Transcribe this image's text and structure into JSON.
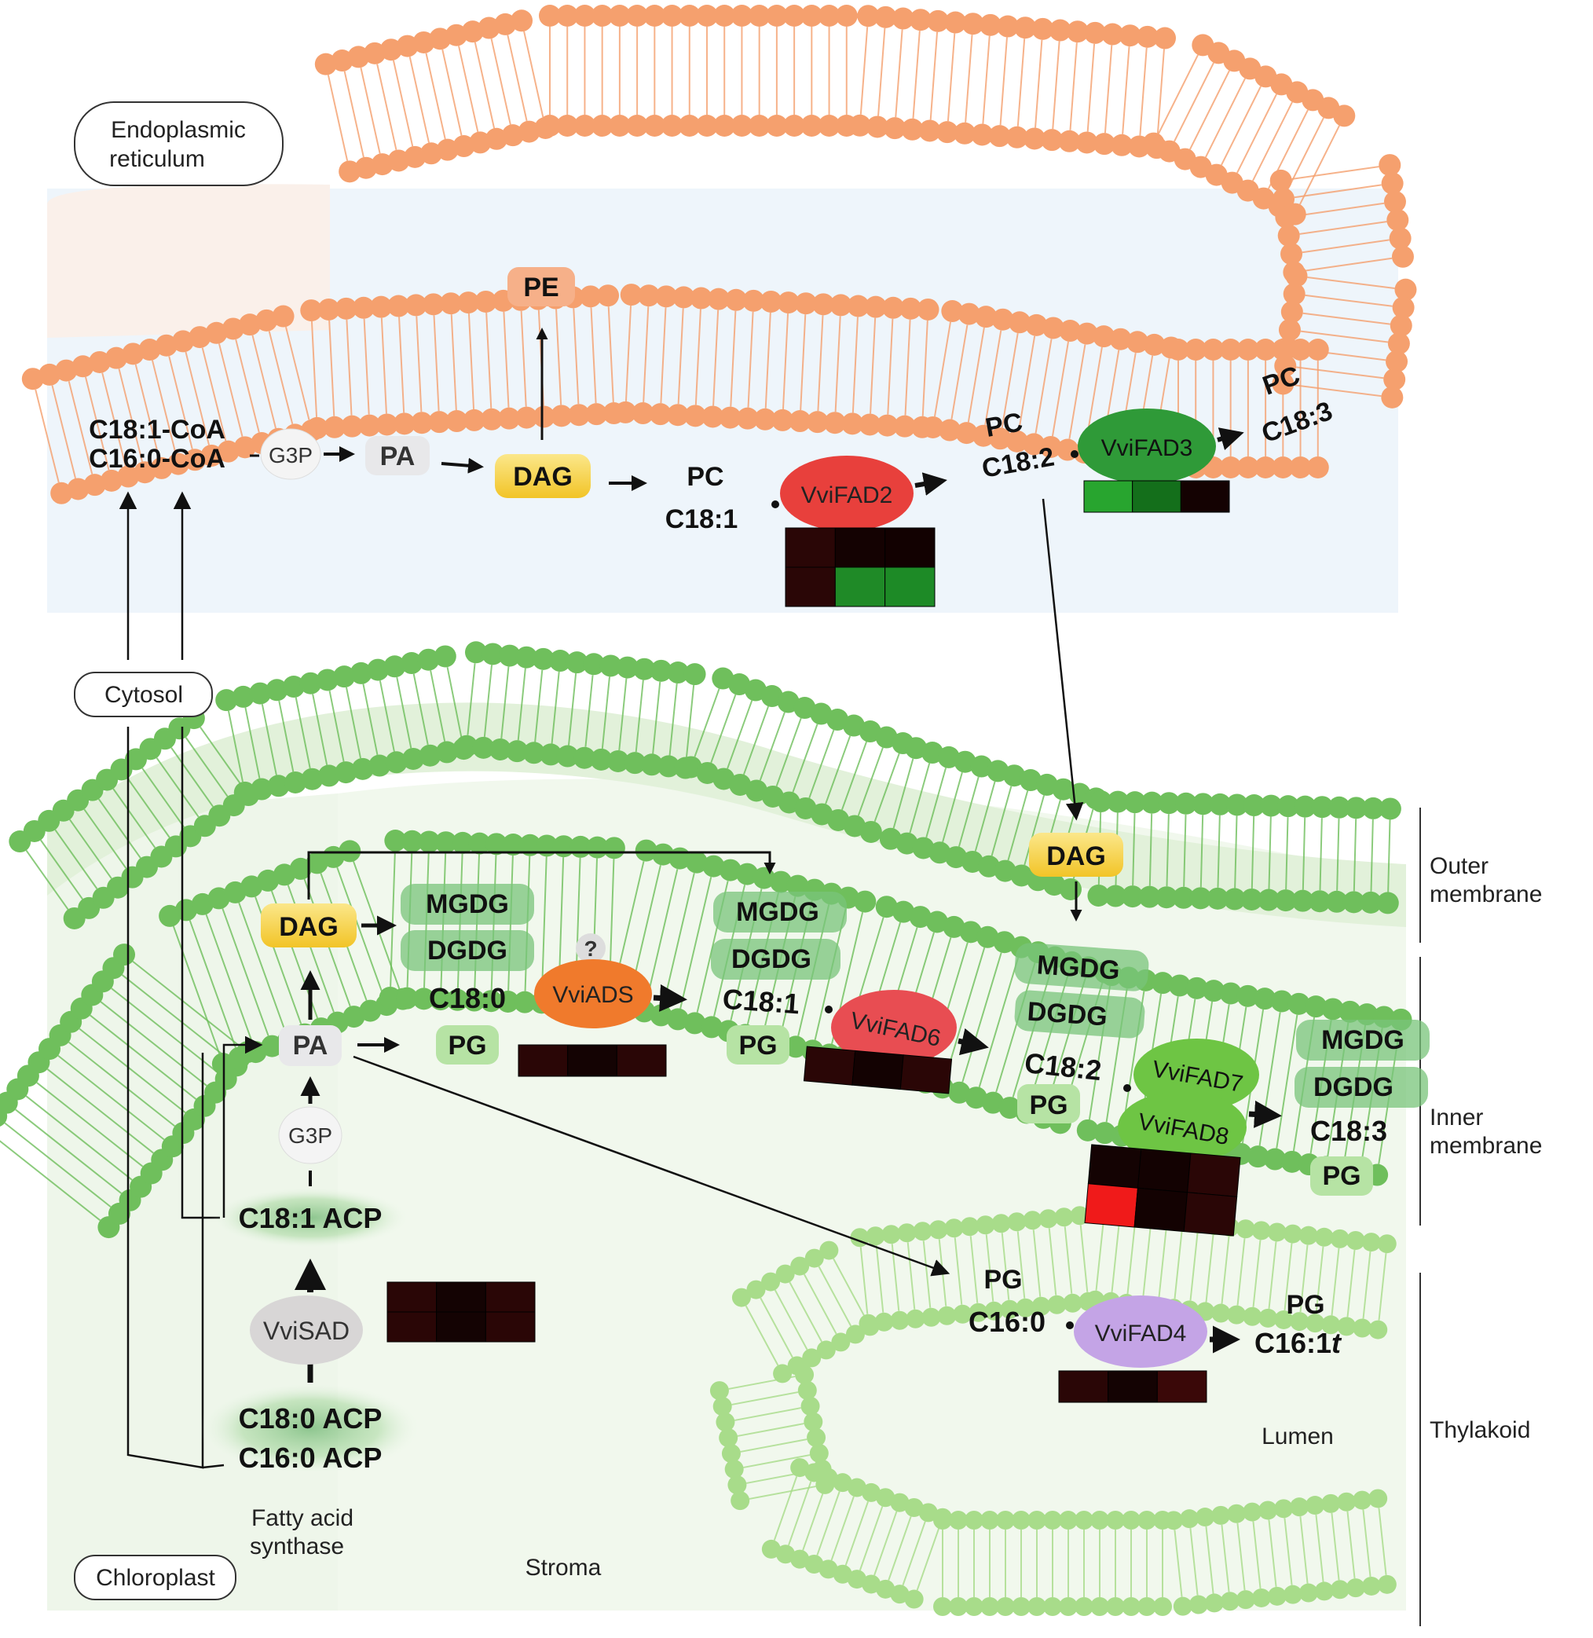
{
  "compartments": {
    "er": "Endoplasmic reticulum",
    "er_line1": "Endoplasmic",
    "er_line2": "reticulum",
    "cytosol": "Cytosol",
    "chloroplast": "Chloroplast",
    "stroma": "Stroma",
    "lumen": "Lumen"
  },
  "membranes": {
    "outer": "Outer membrane",
    "outer_line1": "Outer",
    "outer_line2": "membrane",
    "inner": "Inner membrane",
    "inner_line1": "Inner",
    "inner_line2": "membrane",
    "thylakoid": "Thylakoid"
  },
  "er_pathway": {
    "c181coa": "C18:1-CoA",
    "c160coa": "C16:0-CoA",
    "g3p": "G3P",
    "pa": "PA",
    "dag": "DAG",
    "pe": "PE",
    "pc_181": {
      "head": "PC",
      "chain": "C18:1"
    },
    "pc_182": {
      "head": "PC",
      "chain": "C18:2"
    },
    "pc_183": {
      "head": "PC",
      "chain": "C18:3"
    }
  },
  "chloroplast_pathway": {
    "fas": "Fatty acid synthase",
    "fas_line1": "Fatty acid",
    "fas_line2": "synthase",
    "c180acp": "C18:0 ACP",
    "c160acp": "C16:0 ACP",
    "c181acp": "C18:1 ACP",
    "g3p": "G3P",
    "pa": "PA",
    "dag": "DAG",
    "dag_imported": "DAG",
    "question": "?",
    "group1": {
      "mgdg": "MGDG",
      "dgdg": "DGDG",
      "chain": "C18:0",
      "pg": "PG"
    },
    "group2": {
      "mgdg": "MGDG",
      "dgdg": "DGDG",
      "chain": "C18:1",
      "pg": "PG"
    },
    "group3": {
      "mgdg": "MGDG",
      "dgdg": "DGDG",
      "chain": "C18:2",
      "pg": "PG"
    },
    "group4": {
      "mgdg": "MGDG",
      "dgdg": "DGDG",
      "chain": "C18:3",
      "pg": "PG"
    },
    "thylakoid_pg_in": {
      "head": "PG",
      "chain": "C16:0"
    },
    "thylakoid_pg_out": {
      "head": "PG",
      "chain": "C16:1t",
      "chain_main": "C16:1",
      "chain_suffix": "t"
    }
  },
  "enzymes": [
    {
      "id": "VviFAD2",
      "color": "#e8403c"
    },
    {
      "id": "VviFAD3",
      "color": "#2f9a38"
    },
    {
      "id": "VviADS",
      "color": "#f07a2c"
    },
    {
      "id": "VviFAD6",
      "color": "#e84d52"
    },
    {
      "id": "VviFAD7",
      "color": "#6ec544"
    },
    {
      "id": "VviFAD8",
      "color": "#6ec544"
    },
    {
      "id": "VviFAD4",
      "color": "#c4a4e6"
    },
    {
      "id": "VviSAD",
      "color": "#d3d3d3"
    }
  ],
  "heatmaps": {
    "fad2": [
      [
        "#2a0606",
        "#140202",
        "#120101"
      ],
      [
        "#2a0606",
        "#1f8a27",
        "#1d8a26"
      ]
    ],
    "fad3": [
      [
        "#28a52f",
        "#146f1b",
        "#140202"
      ]
    ],
    "ads": [
      [
        "#2a0606",
        "#140303",
        "#2a0606"
      ]
    ],
    "fad6": [
      [
        "#2a0606",
        "#130202",
        "#2a0606"
      ]
    ],
    "fad78": [
      [
        "#140303",
        "#130202",
        "#2a0606"
      ],
      [
        "#f01a1a",
        "#130202",
        "#2a0606"
      ]
    ],
    "fad4": [
      [
        "#2a0606",
        "#140303",
        "#3a0808"
      ]
    ],
    "sad": [
      [
        "#2a0606",
        "#140303",
        "#2a0606"
      ],
      [
        "#2a0606",
        "#140303",
        "#2a0606"
      ]
    ]
  },
  "colors": {
    "er_membrane": "#f5a06e",
    "chloroplast_membrane": "#6fbf5c",
    "thylakoid_membrane": "#a8dc8a",
    "dag_fill": "#f7d24a"
  }
}
